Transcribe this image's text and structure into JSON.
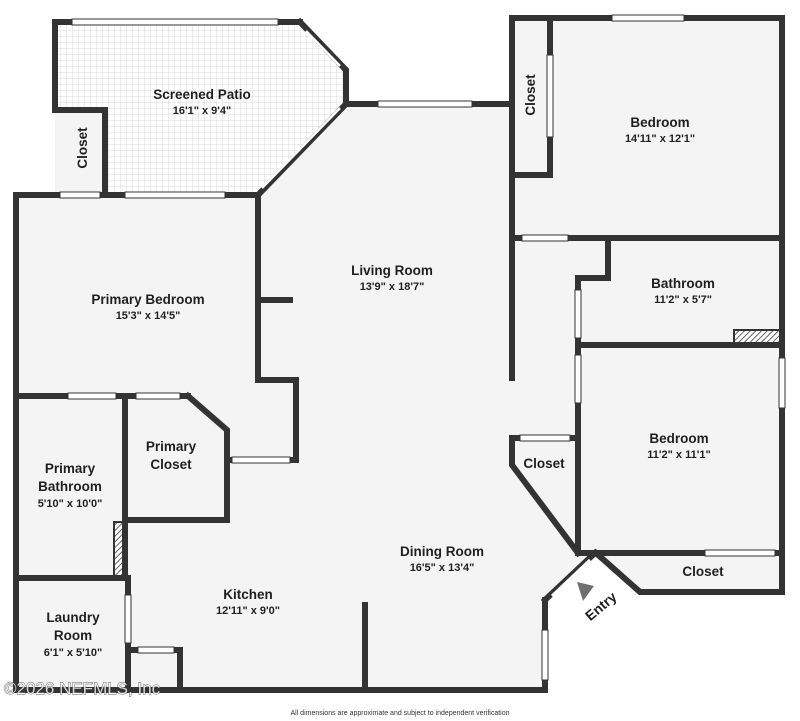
{
  "colors": {
    "wall": "#333333",
    "floor": "#f4f4f4",
    "window": "#ffffff",
    "patio_grid": "#d9d9d9"
  },
  "rooms": {
    "screened_patio": {
      "name": "Screened Patio",
      "dims": "16'1\" x 9'4\""
    },
    "bedroom_1": {
      "name": "Bedroom",
      "dims": "14'11\" x 12'1\""
    },
    "living_room": {
      "name": "Living Room",
      "dims": "13'9\" x 18'7\""
    },
    "bathroom": {
      "name": "Bathroom",
      "dims": "11'2\" x 5'7\""
    },
    "primary_bedroom": {
      "name": "Primary Bedroom",
      "dims": "15'3\" x 14'5\""
    },
    "primary_closet": {
      "name_line1": "Primary",
      "name_line2": "Closet"
    },
    "primary_bathroom": {
      "name_line1": "Primary",
      "name_line2": "Bathroom",
      "dims": "5'10\" x 10'0\""
    },
    "bedroom_2": {
      "name": "Bedroom",
      "dims": "11'2\" x 11'1\""
    },
    "dining_room": {
      "name": "Dining Room",
      "dims": "16'5\" x 13'4\""
    },
    "kitchen": {
      "name": "Kitchen",
      "dims": "12'11\" x 9'0\""
    },
    "laundry_room": {
      "name_line1": "Laundry",
      "name_line2": "Room",
      "dims": "6'1\" x 5'10\""
    },
    "closet_patio": {
      "name": "Closet"
    },
    "closet_bedroom_1": {
      "name": "Closet"
    },
    "closet_hall": {
      "name": "Closet"
    },
    "closet_bedroom_2": {
      "name": "Closet"
    }
  },
  "entry": {
    "label": "Entry",
    "arrow_icon": "triangle-arrow-icon"
  },
  "footer": {
    "disclaimer": "All dimensions are approximate and subject to independent verification",
    "watermark": "©2026 NEFMLS, Inc"
  }
}
